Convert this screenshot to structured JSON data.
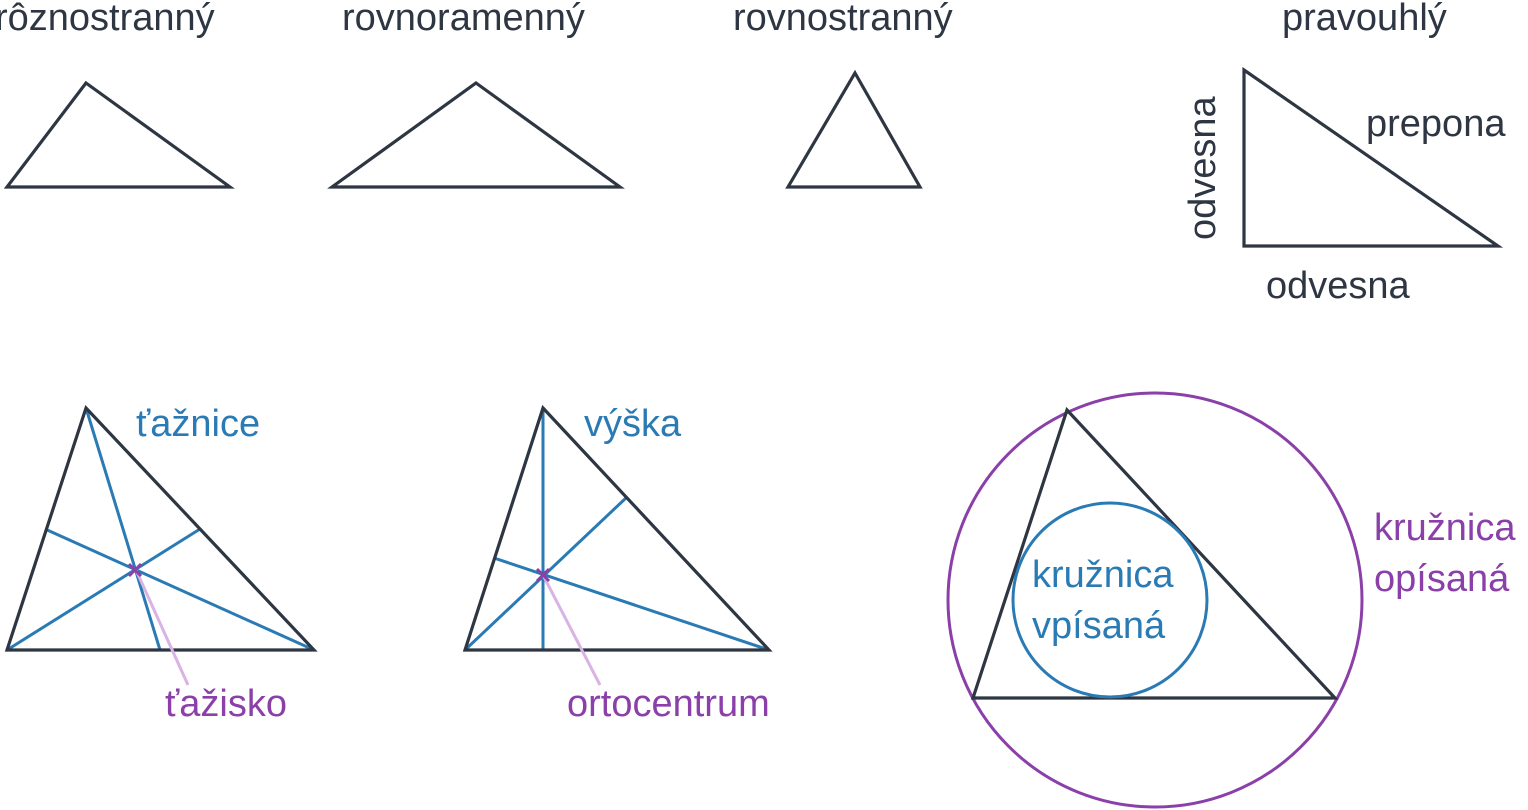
{
  "types": {
    "scalene": "rôznostranný",
    "isosceles": "rovnoramenný",
    "equilateral": "rovnostranný",
    "right": "pravouhlý"
  },
  "right_triangle": {
    "hypotenuse": "prepona",
    "leg_vertical": "odvesna",
    "leg_horizontal": "odvesna"
  },
  "medians": {
    "title": "ťažnice",
    "point": "ťažisko"
  },
  "altitudes": {
    "title": "výška",
    "point": "ortocentrum"
  },
  "circles": {
    "inscribed_line1": "kružnica",
    "inscribed_line2": "vpísaná",
    "circumscribed_line1": "kružnica",
    "circumscribed_line2": "opísaná"
  },
  "colors": {
    "outline": "#2d3642",
    "blue": "#2a7ab4",
    "purple": "#8b3fa8"
  }
}
